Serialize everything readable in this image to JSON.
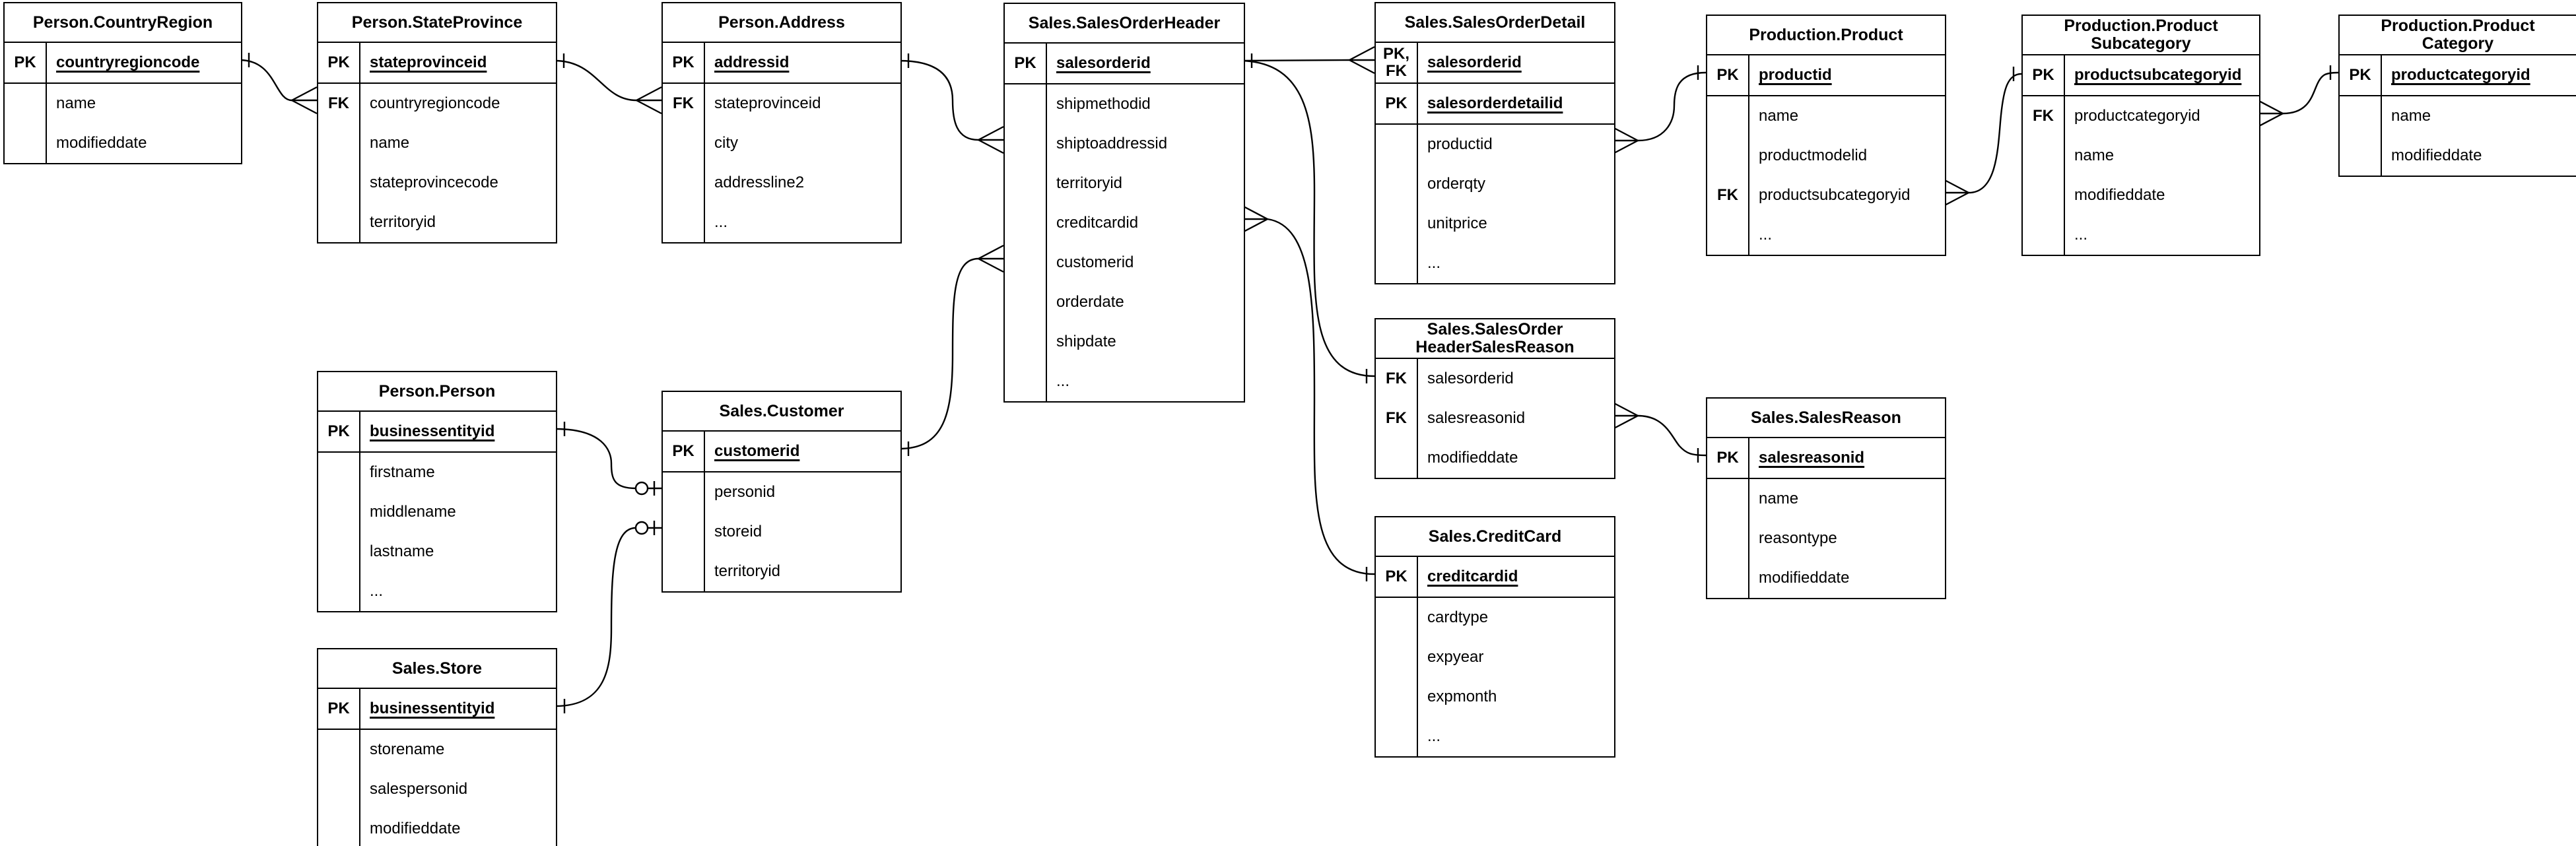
{
  "diagram": {
    "colors": {
      "background": "#ffffff",
      "line": "#000000",
      "text": "#000000"
    },
    "entities": [
      {
        "id": "country_region",
        "title": "Person.CountryRegion",
        "sections": [
          {
            "rows": [
              {
                "key": "PK",
                "field": "countryregioncode",
                "pk": true
              }
            ]
          },
          {
            "rows": [
              {
                "key": "",
                "field": "name",
                "pk": false
              },
              {
                "key": "",
                "field": "modifieddate",
                "pk": false
              }
            ]
          }
        ]
      },
      {
        "id": "state_province",
        "title": "Person.StateProvince",
        "sections": [
          {
            "rows": [
              {
                "key": "PK",
                "field": "stateprovinceid",
                "pk": true
              }
            ]
          },
          {
            "rows": [
              {
                "key": "FK",
                "field": "countryregioncode",
                "pk": false
              },
              {
                "key": "",
                "field": "name",
                "pk": false
              },
              {
                "key": "",
                "field": "stateprovincecode",
                "pk": false
              },
              {
                "key": "",
                "field": "territoryid",
                "pk": false
              }
            ]
          }
        ]
      },
      {
        "id": "address",
        "title": "Person.Address",
        "sections": [
          {
            "rows": [
              {
                "key": "PK",
                "field": "addressid",
                "pk": true
              }
            ]
          },
          {
            "rows": [
              {
                "key": "FK",
                "field": "stateprovinceid",
                "pk": false
              },
              {
                "key": "",
                "field": "city",
                "pk": false
              },
              {
                "key": "",
                "field": "addressline2",
                "pk": false
              },
              {
                "key": "",
                "field": "...",
                "pk": false
              }
            ]
          }
        ]
      },
      {
        "id": "sales_order_header",
        "title": "Sales.SalesOrderHeader",
        "sections": [
          {
            "rows": [
              {
                "key": "PK",
                "field": "salesorderid",
                "pk": true
              }
            ]
          },
          {
            "rows": [
              {
                "key": "",
                "field": "shipmethodid",
                "pk": false
              },
              {
                "key": "",
                "field": "shiptoaddressid",
                "pk": false
              },
              {
                "key": "",
                "field": "territoryid",
                "pk": false
              },
              {
                "key": "",
                "field": "creditcardid",
                "pk": false
              },
              {
                "key": "",
                "field": "customerid",
                "pk": false
              },
              {
                "key": "",
                "field": "orderdate",
                "pk": false
              },
              {
                "key": "",
                "field": "shipdate",
                "pk": false
              },
              {
                "key": "",
                "field": "...",
                "pk": false
              }
            ]
          }
        ]
      },
      {
        "id": "sales_order_detail",
        "title": "Sales.SalesOrderDetail",
        "sections": [
          {
            "rows": [
              {
                "key": "PK,\nFK",
                "field": "salesorderid",
                "pk": true
              }
            ]
          },
          {
            "rows": [
              {
                "key": "PK",
                "field": "salesorderdetailid",
                "pk": true
              }
            ]
          },
          {
            "rows": [
              {
                "key": "",
                "field": "productid",
                "pk": false
              },
              {
                "key": "",
                "field": "orderqty",
                "pk": false
              },
              {
                "key": "",
                "field": "unitprice",
                "pk": false
              },
              {
                "key": "",
                "field": "...",
                "pk": false
              }
            ]
          }
        ]
      },
      {
        "id": "product",
        "title": "Production.Product",
        "sections": [
          {
            "rows": [
              {
                "key": "PK",
                "field": "productid",
                "pk": true
              }
            ]
          },
          {
            "rows": [
              {
                "key": "",
                "field": "name",
                "pk": false
              },
              {
                "key": "",
                "field": "productmodelid",
                "pk": false
              },
              {
                "key": "FK",
                "field": "productsubcategoryid",
                "pk": false
              },
              {
                "key": "",
                "field": "...",
                "pk": false
              }
            ]
          }
        ]
      },
      {
        "id": "product_subcategory",
        "title": "Production.Product\nSubcategory",
        "sections": [
          {
            "rows": [
              {
                "key": "PK",
                "field": "productsubcategoryid",
                "pk": true
              }
            ]
          },
          {
            "rows": [
              {
                "key": "FK",
                "field": "productcategoryid",
                "pk": false
              },
              {
                "key": "",
                "field": "name",
                "pk": false
              },
              {
                "key": "",
                "field": "modifieddate",
                "pk": false
              },
              {
                "key": "",
                "field": "...",
                "pk": false
              }
            ]
          }
        ]
      },
      {
        "id": "product_category",
        "title": "Production.Product\nCategory",
        "sections": [
          {
            "rows": [
              {
                "key": "PK",
                "field": "productcategoryid",
                "pk": true
              }
            ]
          },
          {
            "rows": [
              {
                "key": "",
                "field": "name",
                "pk": false
              },
              {
                "key": "",
                "field": "modifieddate",
                "pk": false
              }
            ]
          }
        ]
      },
      {
        "id": "person",
        "title": "Person.Person",
        "sections": [
          {
            "rows": [
              {
                "key": "PK",
                "field": "businessentityid",
                "pk": true
              }
            ]
          },
          {
            "rows": [
              {
                "key": "",
                "field": "firstname",
                "pk": false
              },
              {
                "key": "",
                "field": "middlename",
                "pk": false
              },
              {
                "key": "",
                "field": "lastname",
                "pk": false
              },
              {
                "key": "",
                "field": "...",
                "pk": false
              }
            ]
          }
        ]
      },
      {
        "id": "customer",
        "title": "Sales.Customer",
        "sections": [
          {
            "rows": [
              {
                "key": "PK",
                "field": "customerid",
                "pk": true
              }
            ]
          },
          {
            "rows": [
              {
                "key": "",
                "field": "personid",
                "pk": false
              },
              {
                "key": "",
                "field": "storeid",
                "pk": false
              },
              {
                "key": "",
                "field": "territoryid",
                "pk": false
              }
            ]
          }
        ]
      },
      {
        "id": "store",
        "title": "Sales.Store",
        "sections": [
          {
            "rows": [
              {
                "key": "PK",
                "field": "businessentityid",
                "pk": true
              }
            ]
          },
          {
            "rows": [
              {
                "key": "",
                "field": "storename",
                "pk": false
              },
              {
                "key": "",
                "field": "salespersonid",
                "pk": false
              },
              {
                "key": "",
                "field": "modifieddate",
                "pk": false
              }
            ]
          }
        ]
      },
      {
        "id": "sales_order_header_sales_reason",
        "title": "Sales.SalesOrder\nHeaderSalesReason",
        "sections": [
          {
            "rows": [
              {
                "key": "FK",
                "field": "salesorderid",
                "pk": false
              },
              {
                "key": "FK",
                "field": "salesreasonid",
                "pk": false
              },
              {
                "key": "",
                "field": "modifieddate",
                "pk": false
              }
            ]
          }
        ]
      },
      {
        "id": "sales_reason",
        "title": "Sales.SalesReason",
        "sections": [
          {
            "rows": [
              {
                "key": "PK",
                "field": "salesreasonid",
                "pk": true
              }
            ]
          },
          {
            "rows": [
              {
                "key": "",
                "field": "name",
                "pk": false
              },
              {
                "key": "",
                "field": "reasontype",
                "pk": false
              },
              {
                "key": "",
                "field": "modifieddate",
                "pk": false
              }
            ]
          }
        ]
      },
      {
        "id": "credit_card",
        "title": "Sales.CreditCard",
        "sections": [
          {
            "rows": [
              {
                "key": "PK",
                "field": "creditcardid",
                "pk": true
              }
            ]
          },
          {
            "rows": [
              {
                "key": "",
                "field": "cardtype",
                "pk": false
              },
              {
                "key": "",
                "field": "expyear",
                "pk": false
              },
              {
                "key": "",
                "field": "expmonth",
                "pk": false
              },
              {
                "key": "",
                "field": "...",
                "pk": false
              }
            ]
          }
        ]
      }
    ],
    "relationships": [
      {
        "id": "countryregion-stateprovince",
        "from": "Person.CountryRegion",
        "from_field": "countryregioncode",
        "to": "Person.StateProvince",
        "to_field": "countryregioncode",
        "from_cardinality": "one",
        "to_cardinality": "many"
      },
      {
        "id": "stateprovince-address",
        "from": "Person.StateProvince",
        "from_field": "stateprovinceid",
        "to": "Person.Address",
        "to_field": "stateprovinceid",
        "from_cardinality": "one",
        "to_cardinality": "many"
      },
      {
        "id": "address-salesorderheader",
        "from": "Person.Address",
        "from_field": "addressid",
        "to": "Sales.SalesOrderHeader",
        "to_field": "shiptoaddressid",
        "from_cardinality": "one",
        "to_cardinality": "many"
      },
      {
        "id": "customer-salesorderheader",
        "from": "Sales.Customer",
        "from_field": "customerid",
        "to": "Sales.SalesOrderHeader",
        "to_field": "customerid",
        "from_cardinality": "one",
        "to_cardinality": "many"
      },
      {
        "id": "salesorderheader-salesorderdetail",
        "from": "Sales.SalesOrderHeader",
        "from_field": "salesorderid",
        "to": "Sales.SalesOrderDetail",
        "to_field": "salesorderid",
        "from_cardinality": "one",
        "to_cardinality": "many"
      },
      {
        "id": "salesorderheader-headersalesreason",
        "from": "Sales.SalesOrderHeader",
        "from_field": "salesorderid",
        "to": "Sales.SalesOrderHeaderSalesReason",
        "to_field": "salesorderid",
        "from_cardinality": "one",
        "to_cardinality": "one"
      },
      {
        "id": "creditcard-salesorderheader",
        "from": "Sales.CreditCard",
        "from_field": "creditcardid",
        "to": "Sales.SalesOrderHeader",
        "to_field": "creditcardid",
        "from_cardinality": "one",
        "to_cardinality": "many"
      },
      {
        "id": "salesorderdetail-product",
        "from": "Sales.SalesOrderDetail",
        "from_field": "productid",
        "to": "Production.Product",
        "to_field": "productid",
        "from_cardinality": "many",
        "to_cardinality": "one"
      },
      {
        "id": "product-productsubcategory",
        "from": "Production.Product",
        "from_field": "productsubcategoryid",
        "to": "Production.ProductSubcategory",
        "to_field": "productsubcategoryid",
        "from_cardinality": "many",
        "to_cardinality": "one"
      },
      {
        "id": "productsubcategory-productcategory",
        "from": "Production.ProductSubcategory",
        "from_field": "productcategoryid",
        "to": "Production.ProductCategory",
        "to_field": "productcategoryid",
        "from_cardinality": "many",
        "to_cardinality": "one"
      },
      {
        "id": "headersalesreason-salesreason",
        "from": "Sales.SalesOrderHeaderSalesReason",
        "from_field": "salesreasonid",
        "to": "Sales.SalesReason",
        "to_field": "salesreasonid",
        "from_cardinality": "many",
        "to_cardinality": "one"
      },
      {
        "id": "person-customer",
        "from": "Person.Person",
        "from_field": "businessentityid",
        "to": "Sales.Customer",
        "to_field": "personid",
        "from_cardinality": "one",
        "to_cardinality": "zero-or-one"
      },
      {
        "id": "store-customer",
        "from": "Sales.Store",
        "from_field": "businessentityid",
        "to": "Sales.Customer",
        "to_field": "storeid",
        "from_cardinality": "one",
        "to_cardinality": "zero-or-one"
      }
    ]
  }
}
